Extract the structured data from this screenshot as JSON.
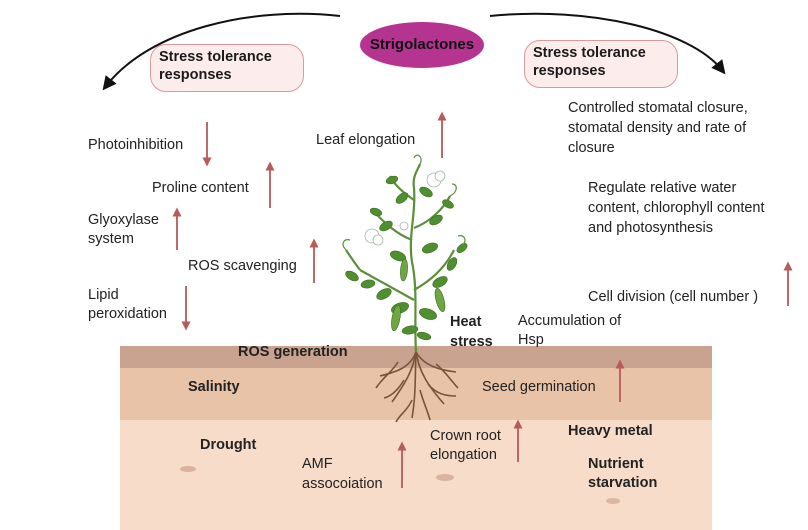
{
  "top": {
    "center_label": "Strigolactones",
    "left_box": "Stress tolerance responses",
    "right_box": "Stress tolerance responses"
  },
  "left_effects": {
    "photoinhibition": "Photoinhibition",
    "proline": "Proline content",
    "glyoxylase": "Glyoxylase system",
    "ros_scavenging": "ROS scavenging",
    "lipid": "Lipid peroxidation",
    "leaf": "Leaf elongation"
  },
  "right_effects": {
    "stomatal": "Controlled stomatal closure, stomatal density and rate of closure",
    "water": "Regulate relative water content, chlorophyll content and photosynthesis",
    "cell_division": "Cell division (cell number )"
  },
  "stresses": {
    "heat": "Heat stress",
    "ros_generation": "ROS generation",
    "salinity": "Salinity",
    "drought": "Drought",
    "heavy_metal": "Heavy metal",
    "nutrient": "Nutrient starvation"
  },
  "soil_effects": {
    "hsp": "Accumulation of Hsp",
    "seed": "Seed germination",
    "crown": "Crown root elongation",
    "amf": "AMF assocoiation"
  },
  "colors": {
    "strigolactones_fill": "#b5348f",
    "box_fill": "#fdecec",
    "box_border": "#d89a9a",
    "arrow": "#b65a5a",
    "soil_top": "#c6a08d",
    "soil_mid": "#ecc8ae",
    "soil_low": "#f5dcc9"
  }
}
